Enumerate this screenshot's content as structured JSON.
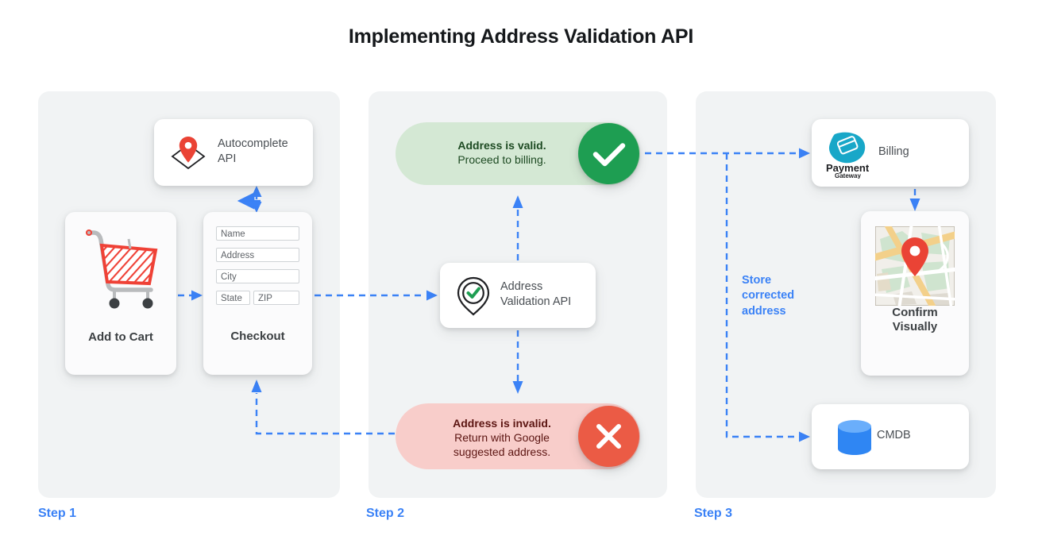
{
  "page": {
    "title": "Implementing Address Validation API",
    "accent_blue": "#3b82f6",
    "panel_bg": "#f1f3f4",
    "valid_pill_bg": "#d4e8d4",
    "valid_badge": "#1e9e52",
    "invalid_pill_bg": "#f8cdca",
    "invalid_badge": "#eb5b45"
  },
  "steps": [
    {
      "label": "Step 1"
    },
    {
      "label": "Step 2"
    },
    {
      "label": "Step 3"
    }
  ],
  "step1": {
    "autocomplete_card": {
      "label": "Autocomplete API",
      "icon": "map-pin-diamond-icon"
    },
    "cart_card": {
      "caption": "Add to Cart",
      "icon": "shopping-cart-icon"
    },
    "checkout_card": {
      "caption": "Checkout",
      "icon": "checkout-form-icon",
      "fields": [
        {
          "name": "name-field",
          "placeholder": "Name"
        },
        {
          "name": "address-field",
          "placeholder": "Address"
        },
        {
          "name": "city-field",
          "placeholder": "City"
        },
        {
          "name": "state-field",
          "placeholder": "State"
        },
        {
          "name": "zip-field",
          "placeholder": "ZIP"
        }
      ]
    }
  },
  "step2": {
    "valid_pill": {
      "headline": "Address is valid.",
      "detail": "Proceed to billing.",
      "badge_icon": "check-icon"
    },
    "validation_card": {
      "label": "Address Validation API",
      "icon": "pin-check-icon"
    },
    "invalid_pill": {
      "headline": "Address is invalid.",
      "detail_line1": "Return with Google",
      "detail_line2": "suggested address.",
      "badge_icon": "close-icon"
    }
  },
  "step3": {
    "billing_card": {
      "label": "Billing",
      "icon": "payment-gateway-logo",
      "logo_line1": "Payment",
      "logo_line2": "Gateway"
    },
    "confirm_card": {
      "caption_line1": "Confirm",
      "caption_line2": "Visually",
      "icon": "map-thumbnail-icon"
    },
    "cmdb_card": {
      "label": "CMDB",
      "icon": "database-icon"
    },
    "store_label": {
      "line1": "Store",
      "line2": "corrected",
      "line3": "address"
    }
  }
}
